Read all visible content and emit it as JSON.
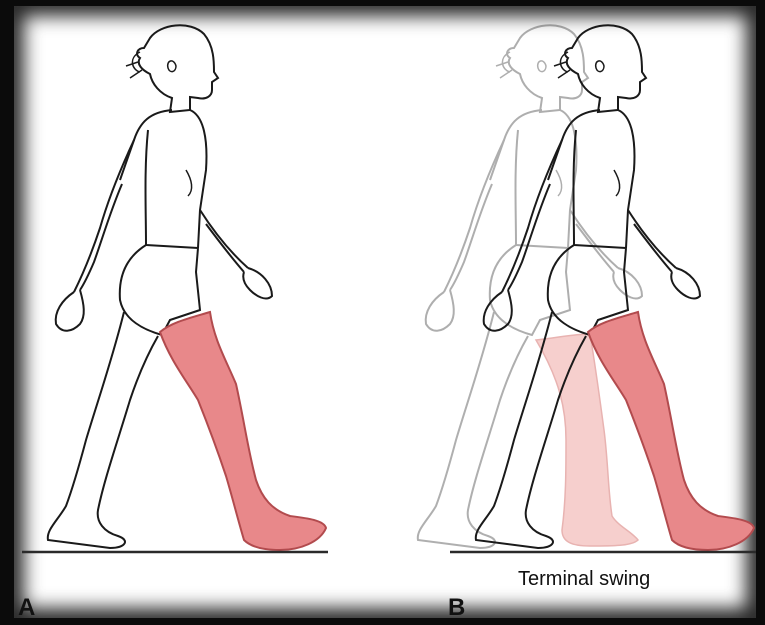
{
  "panels": [
    {
      "label": "A"
    },
    {
      "label": "B",
      "caption": "Terminal swing"
    }
  ],
  "colors": {
    "highlight_leg": "#e8888a",
    "highlight_outline": "#b24b4e",
    "ghost_leg": "#f6cfcd",
    "ghost_figure": "#d6d6d6",
    "figure_line": "#1a1a1a",
    "ground": "#2a2a2a"
  }
}
